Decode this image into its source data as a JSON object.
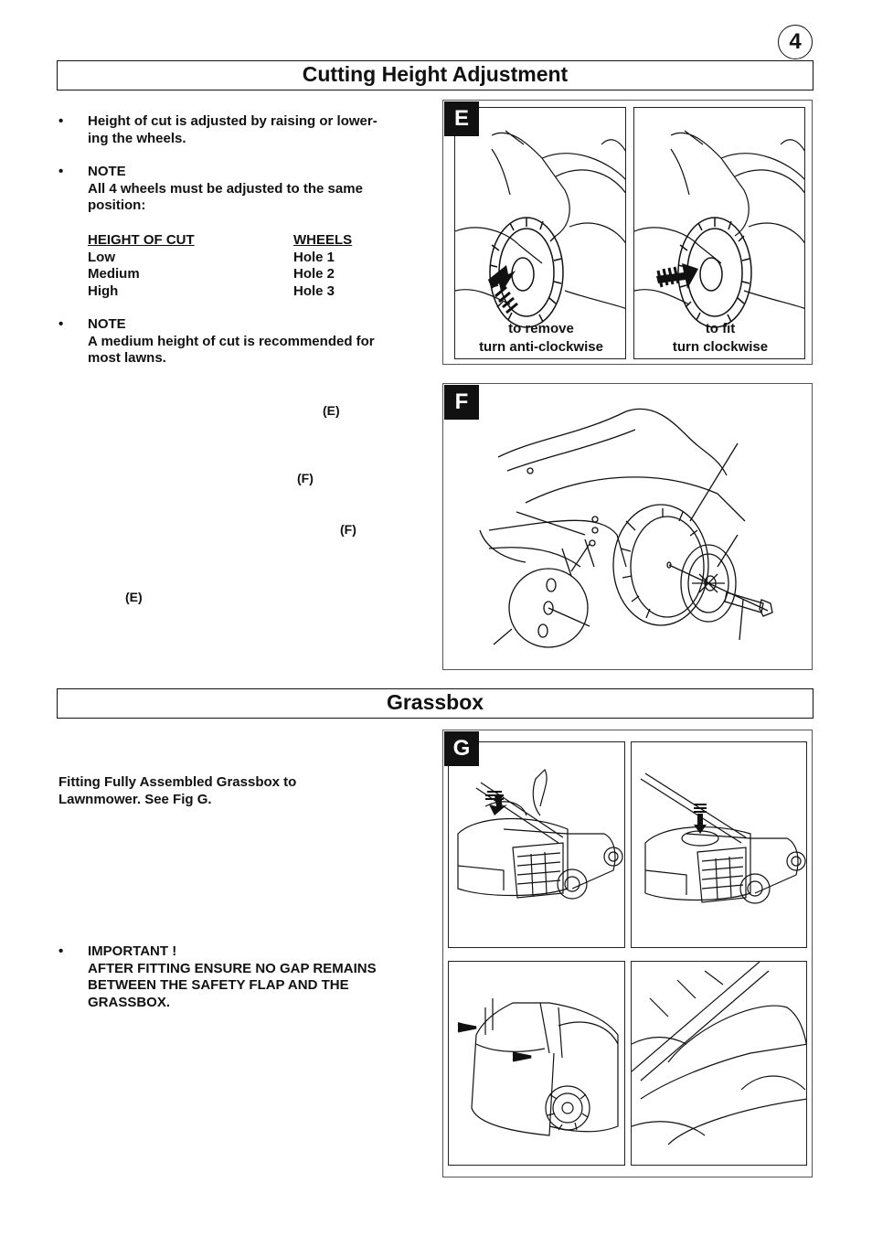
{
  "page_number": "4",
  "sections": {
    "cutting": {
      "title": "Cutting Height Adjustment",
      "bullet_char": "•",
      "intro": [
        "Height of cut is adjusted by raising or lower-",
        "ing the wheels."
      ],
      "note1_label": "NOTE",
      "note1_text": [
        "All 4 wheels must be adjusted to the same",
        "position:"
      ],
      "table": {
        "headers": [
          "HEIGHT OF CUT",
          "WHEELS"
        ],
        "rows": [
          [
            "Low",
            "Hole 1"
          ],
          [
            "Medium",
            "Hole 2"
          ],
          [
            "High",
            "Hole 3"
          ]
        ]
      },
      "note2_label": "NOTE",
      "note2_text": [
        "A medium height of cut is recommended for",
        "most lawns."
      ],
      "refs": [
        "(E)",
        "(F)",
        "(F)",
        "(E)"
      ]
    },
    "grassbox": {
      "title": "Grassbox",
      "fitting": [
        "Fitting Fully Assembled Grassbox to",
        "Lawnmower.  See Fig G."
      ],
      "important_label": "IMPORTANT !",
      "important_text": [
        "AFTER FITTING ENSURE NO GAP REMAINS",
        "BETWEEN THE SAFETY FLAP AND THE",
        "GRASSBOX."
      ]
    }
  },
  "figures": {
    "E": {
      "letter": "E",
      "left_caption": [
        "to remove",
        "turn anti-clockwise"
      ],
      "right_caption": [
        "to fit",
        "turn clockwise"
      ]
    },
    "F": {
      "letter": "F"
    },
    "G": {
      "letter": "G"
    }
  }
}
